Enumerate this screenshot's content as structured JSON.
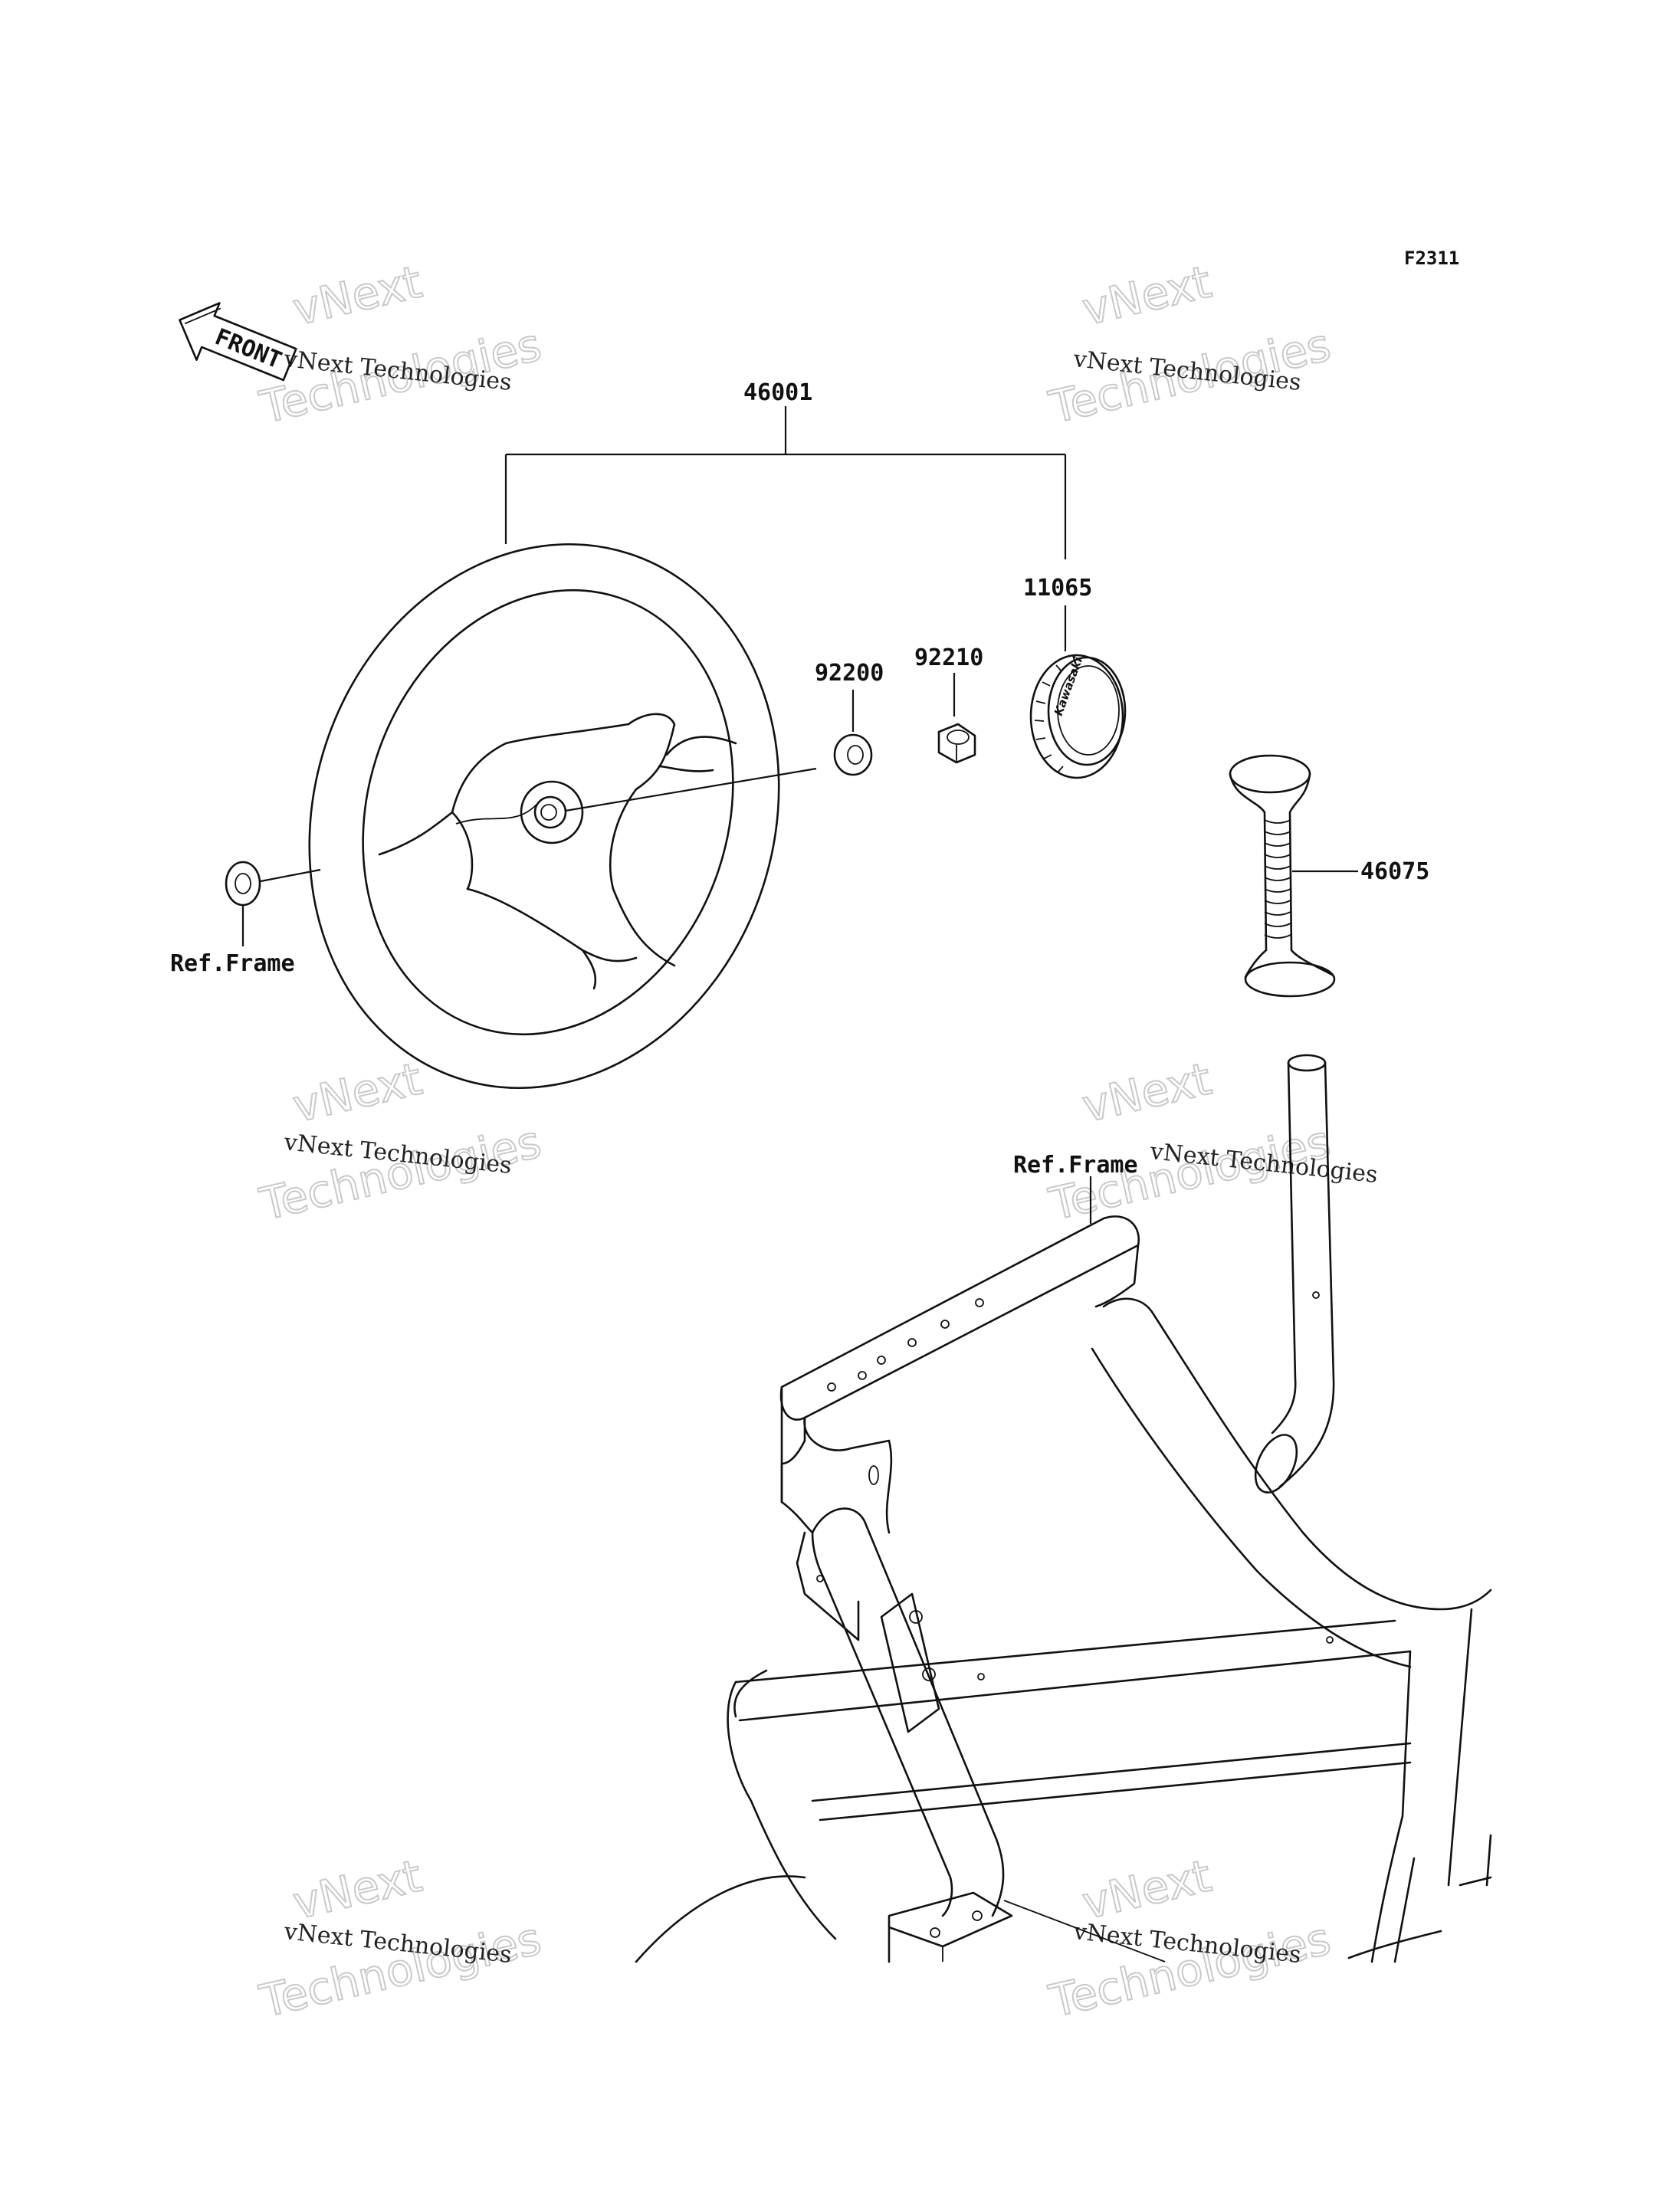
{
  "diagram_code": "F2311",
  "front_arrow_label": "FRONT",
  "parts": {
    "steering_wheel_assy": "46001",
    "center_emblem": "11065",
    "washer": "92200",
    "nut": "92210",
    "grip": "46075"
  },
  "references": {
    "frame_left": "Ref.Frame",
    "frame_right": "Ref.Frame"
  },
  "emblem_logo_text": "Kawasaki",
  "watermarks": [
    {
      "small": "vNext Technologies",
      "big_top": "vNext",
      "big_bottom": "Technologies"
    },
    {
      "small": "vNext Technologies",
      "big_top": "vNext",
      "big_bottom": "Technologies"
    },
    {
      "small": "vNext Technologies",
      "big_top": "vNext",
      "big_bottom": "Technologies"
    },
    {
      "small": "vNext Technologies",
      "big_top": "vNext",
      "big_bottom": "Technologies"
    },
    {
      "small": "vNext Technologies",
      "big_top": "vNext",
      "big_bottom": "Technologies"
    },
    {
      "small": "vNext Technologies",
      "big_top": "vNext",
      "big_bottom": "Technologies"
    }
  ],
  "colors": {
    "line": "#111111",
    "watermark": "#c9c9c9",
    "background": "#ffffff"
  }
}
